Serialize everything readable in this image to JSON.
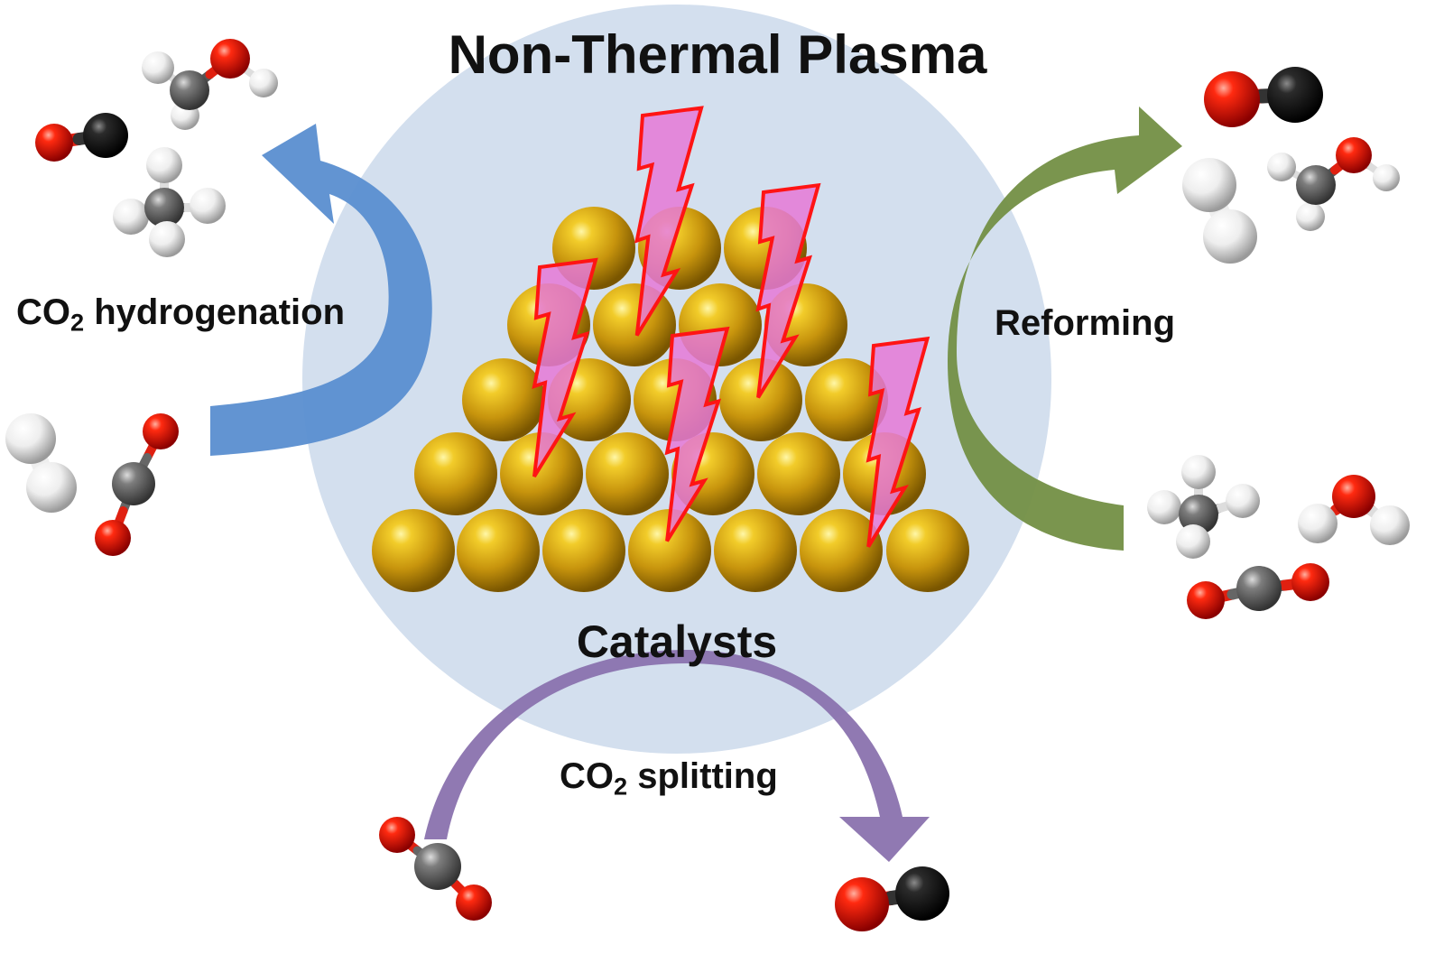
{
  "title": "Non-Thermal Plasma",
  "center_label": "Catalysts",
  "processes": {
    "hydrogenation": {
      "prefix": "CO",
      "sub": "2",
      "suffix": " hydrogenation",
      "arrow_color": "#5b8fcf"
    },
    "reforming": {
      "label": "Reforming",
      "arrow_color": "#76934a"
    },
    "splitting": {
      "prefix": "CO",
      "sub": "2",
      "suffix": " splitting",
      "arrow_color": "#8c74b0"
    }
  },
  "colors": {
    "plasma_circle": "#d3dfee",
    "catalyst_sphere": "#d4a017",
    "lightning_fill": "#e377d6",
    "lightning_stroke": "#ff1010",
    "oxygen_atom": "#e01010",
    "carbon_atom": "#222222",
    "carbon_gray": "#6d6d6d",
    "hydrogen_atom": "#f0f0f0"
  }
}
